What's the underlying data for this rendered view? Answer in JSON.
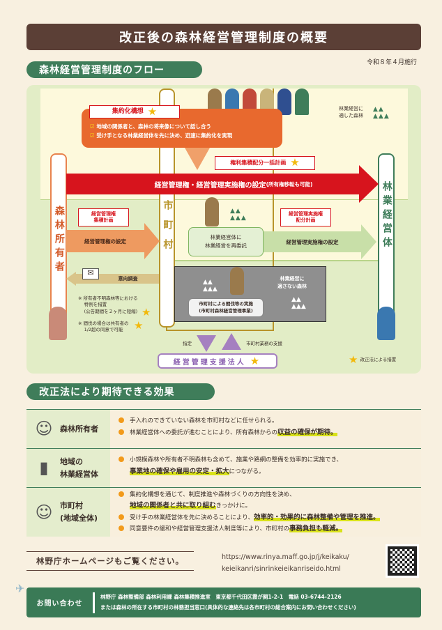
{
  "title": "改正後の森林経営管理制度の概要",
  "effective_date": "令和８年４月施行",
  "flow": {
    "section_title": "森林経営管理制度のフロー",
    "consolidation_plan": "集約化構想",
    "check_items": [
      "地域の関係者と、森林の将来像について話し合う",
      "受け手となる林業経営体を先に決め、迅速に集約化を実現"
    ],
    "suitable_forest": "林業経営に\n適した森林",
    "unsuitable_forest": "林業経営に\n適さない森林",
    "bulk_plan": "権利集積配分一括計画",
    "main_arrow": "経営管理権・経営管理実施権の設定",
    "main_arrow_note": "(所有権移転も可能)",
    "owner": "森林所有者",
    "municipality": "市町村",
    "operator": "林業経営体",
    "accum_plan": "経営管理権\n集積計画",
    "right_setting": "経営管理権の設定",
    "reentrust": "林業経営体に\n林業経営を再委託",
    "alloc_plan": "経営管理実施権\n配分計画",
    "impl_right_setting": "経営管理実施権の設定",
    "survey": "意向調査",
    "municipal_logging": "市町村による間伐等の実施\n(市町村森林経営管理事業)",
    "note1": "※ 所有者不明森林等における\n　 特例を措置\n　 (公告期間を２ヶ月に短縮)",
    "note2": "※ 間伐の場合は共有者の\n　 1/2超の同意で可能",
    "designate": "指定",
    "support": "市町村業務の支援",
    "support_corp": "経営管理支援法人",
    "legend": "改正法による措置"
  },
  "effects": {
    "section_title": "改正法により期待できる効果",
    "rows": [
      {
        "label": "森林所有者",
        "items": [
          {
            "text": "手入れのできていない森林を市町村などに任せられる。",
            "hl": ""
          },
          {
            "text": "林業経営体への委託が進むことにより、所有森林からの",
            "hl": "収益の確保が期待。"
          }
        ]
      },
      {
        "label": "地域の\n林業経営体",
        "items": [
          {
            "text": "小規模森林や所有者不明森林も含めて、施業や路網の整備を効率的に実施でき、",
            "hl": "事業地の確保や雇用の安定・拡大",
            "after": "につながる。"
          }
        ]
      },
      {
        "label": "市町村\n(地域全体)",
        "items": [
          {
            "text": "集約化構想を通じて、制度推進や森林づくりの方向性を決め、",
            "hl": "地域の関係者と共に取り組む",
            "after": "きっかけに。"
          },
          {
            "text": "受け手の林業経営体を先に決めることにより、",
            "hl": "効率的・効果的に森林整備や管理を推進。"
          },
          {
            "text": "同意要件の緩和や経営管理支援法人制度等により、市町村の",
            "hl": "事務負担も軽減。"
          }
        ]
      }
    ]
  },
  "footer": {
    "homepage": "林野庁ホームページもご覧ください。",
    "url_line1": "https://www.rinya.maff.go.jp/j/keikaku/",
    "url_line2": "keieikanri/sinrinkeieikanriseido.html",
    "contact_label": "お問い合わせ",
    "contact_line1": "林野庁 森林整備部 森林利用課 森林集積推進室　東京都千代田区霞が関1-2-1　電話 03-6744-2126",
    "contact_line2": "または森林の所在する市町村の林務担当窓口(具体的な連絡先は各市町村の総合案内にお問い合わせください)"
  },
  "colors": {
    "brown": "#5b3f36",
    "green": "#3f7d5a",
    "red": "#d7141d",
    "orange": "#e8692e"
  }
}
